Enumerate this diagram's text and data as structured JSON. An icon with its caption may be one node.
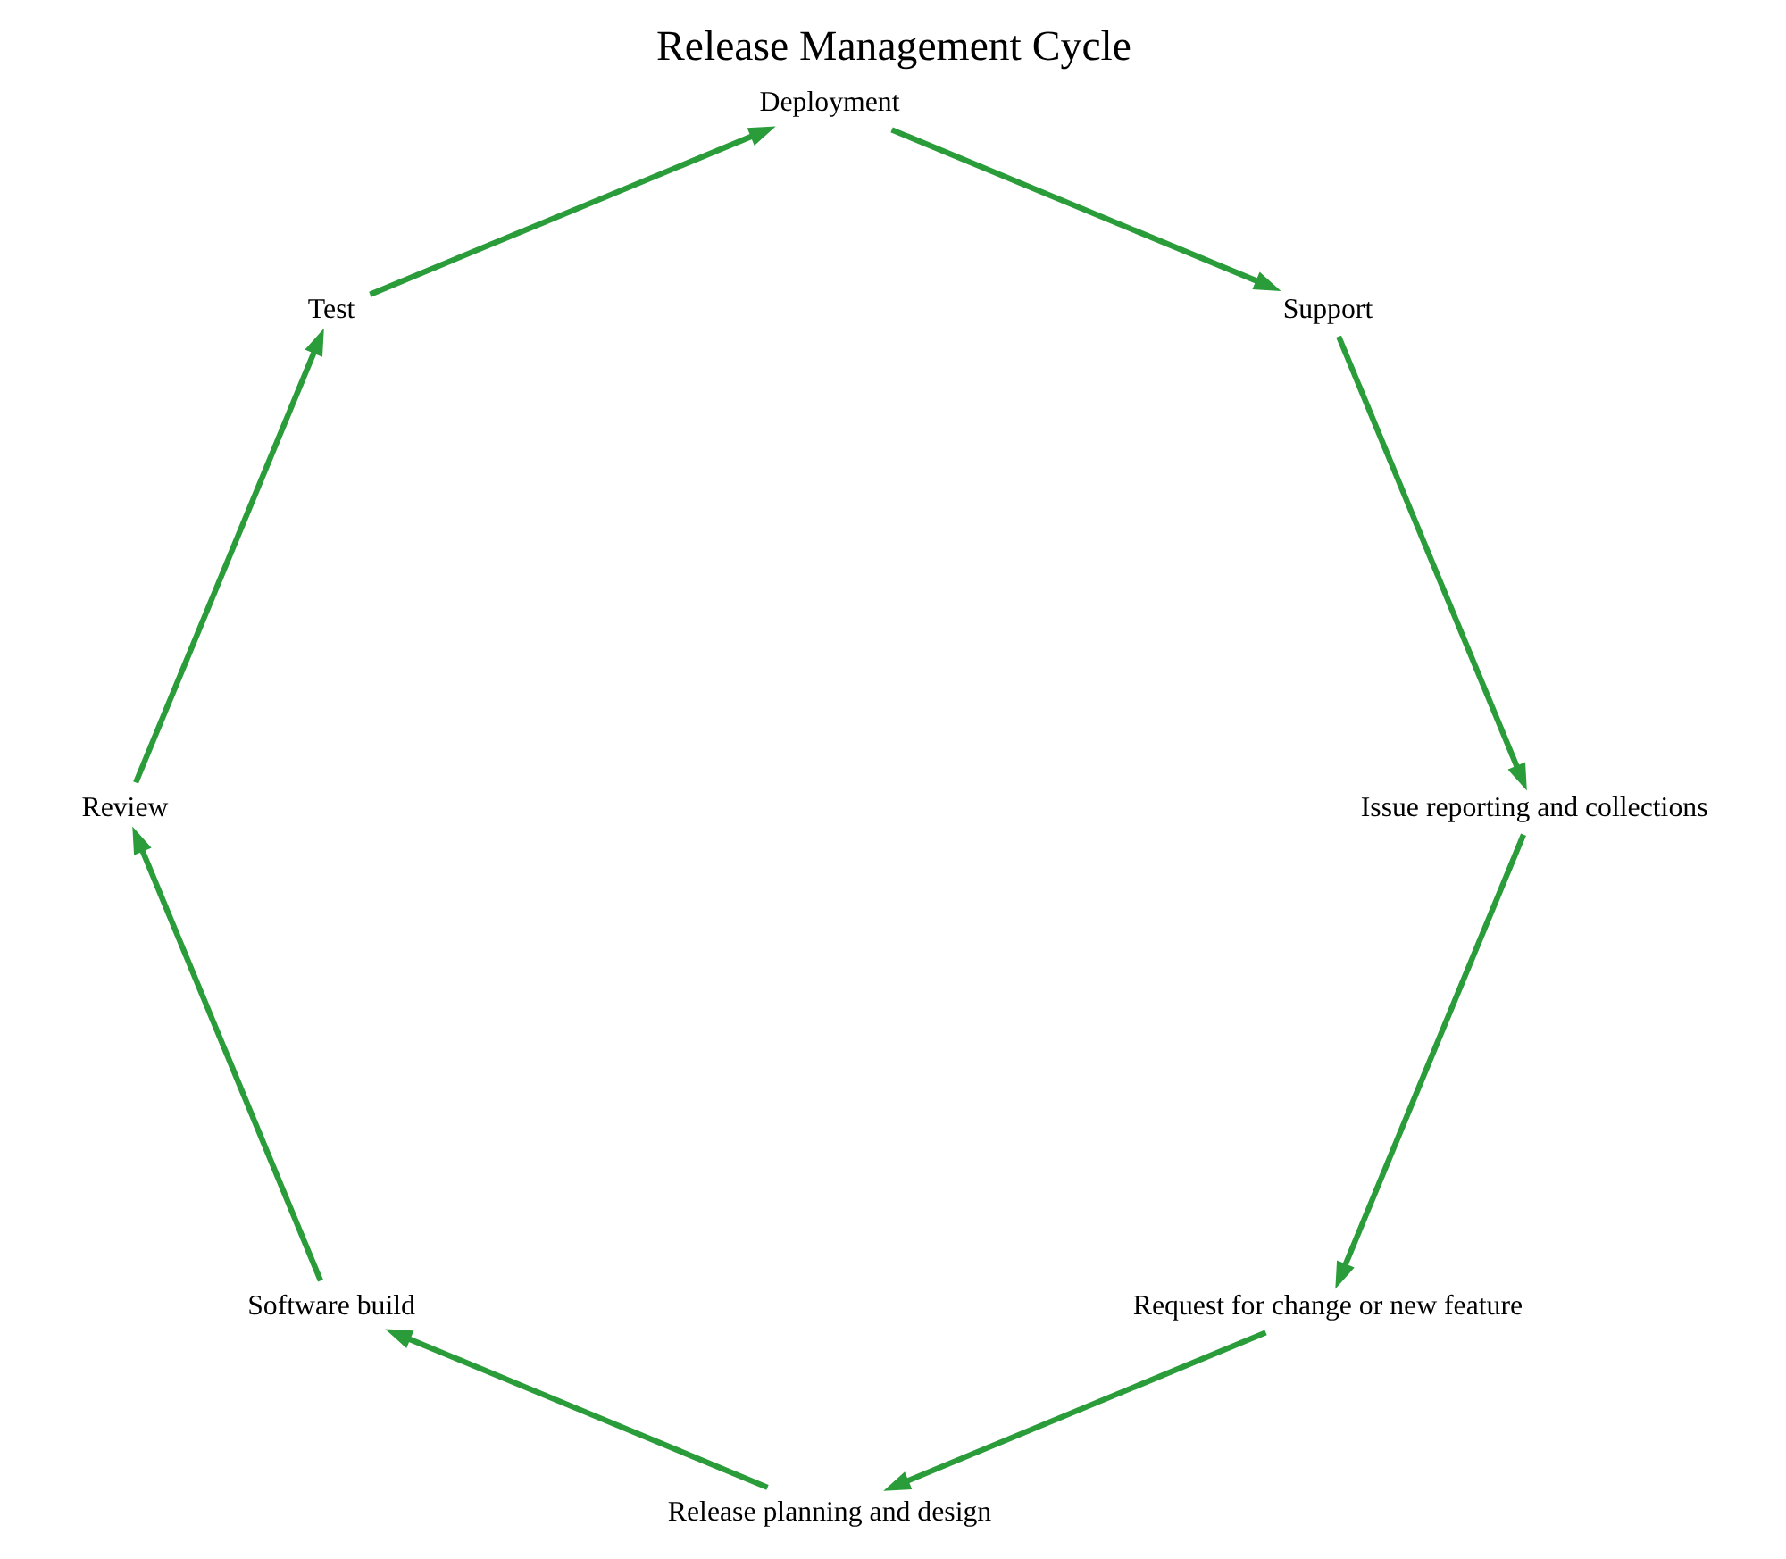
{
  "diagram": {
    "title": "Release Management Cycle",
    "nodes": [
      {
        "text": [
          "Request for change or new feature"
        ]
      },
      {
        "text": [
          "Release planning and design"
        ]
      },
      {
        "text": [
          "Software build"
        ]
      },
      {
        "text": [
          "Review"
        ]
      },
      {
        "text": [
          "Test"
        ]
      },
      {
        "text": [
          "Deployment"
        ]
      },
      {
        "text": [
          "Support"
        ]
      },
      {
        "text": [
          "Issue reporting and collections"
        ]
      }
    ],
    "edges": [
      {
        "from": 0,
        "to": 1,
        "arrow": "to"
      },
      {
        "from": 1,
        "to": 2,
        "arrow": "to"
      },
      {
        "from": 2,
        "to": 3,
        "arrow": "to"
      },
      {
        "from": 3,
        "to": 4,
        "arrow": "to"
      },
      {
        "from": 4,
        "to": 5,
        "arrow": "to"
      },
      {
        "from": 5,
        "to": 6,
        "arrow": "to"
      },
      {
        "from": 6,
        "to": 7,
        "arrow": "to"
      },
      {
        "from": 7,
        "to": 0,
        "arrow": "to"
      }
    ]
  }
}
